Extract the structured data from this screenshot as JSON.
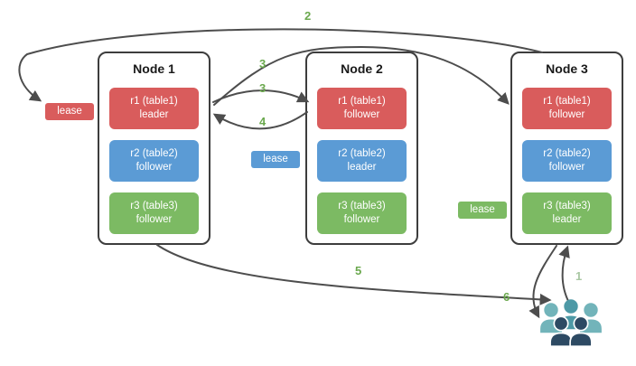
{
  "nodes": [
    {
      "title": "Node 1",
      "replicas": [
        {
          "name": "r1 (table1)",
          "role": "leader",
          "color": "#d95c5c"
        },
        {
          "name": "r2 (table2)",
          "role": "follower",
          "color": "#5b9bd5"
        },
        {
          "name": "r3 (table3)",
          "role": "follower",
          "color": "#7cba63"
        }
      ]
    },
    {
      "title": "Node 2",
      "replicas": [
        {
          "name": "r1 (table1)",
          "role": "follower",
          "color": "#d95c5c"
        },
        {
          "name": "r2 (table2)",
          "role": "leader",
          "color": "#5b9bd5"
        },
        {
          "name": "r3 (table3)",
          "role": "follower",
          "color": "#7cba63"
        }
      ]
    },
    {
      "title": "Node 3",
      "replicas": [
        {
          "name": "r1 (table1)",
          "role": "follower",
          "color": "#d95c5c"
        },
        {
          "name": "r2 (table2)",
          "role": "follower",
          "color": "#5b9bd5"
        },
        {
          "name": "r3 (table3)",
          "role": "leader",
          "color": "#7cba63"
        }
      ]
    }
  ],
  "leases": [
    {
      "label": "lease",
      "color": "#d95c5c"
    },
    {
      "label": "lease",
      "color": "#5b9bd5"
    },
    {
      "label": "lease",
      "color": "#7cba63"
    }
  ],
  "steps": [
    {
      "label": "1",
      "color": "#a9c7a3"
    },
    {
      "label": "2",
      "color": "#6aa84d"
    },
    {
      "label": "3",
      "color": "#6aa84d"
    },
    {
      "label": "3",
      "color": "#6aa84d"
    },
    {
      "label": "4",
      "color": "#6aa84d"
    },
    {
      "label": "5",
      "color": "#6aa84d"
    },
    {
      "label": "6",
      "color": "#6aa84d"
    }
  ],
  "icons": {
    "users": "users-icon"
  },
  "colors": {
    "arrow": "#4d4d4d",
    "node_border": "#3d3d3d",
    "step_label": "#6aa84d",
    "users_teal": "#72b4ba",
    "users_teal_dark": "#4d99a6",
    "users_navy": "#2d4a63"
  }
}
